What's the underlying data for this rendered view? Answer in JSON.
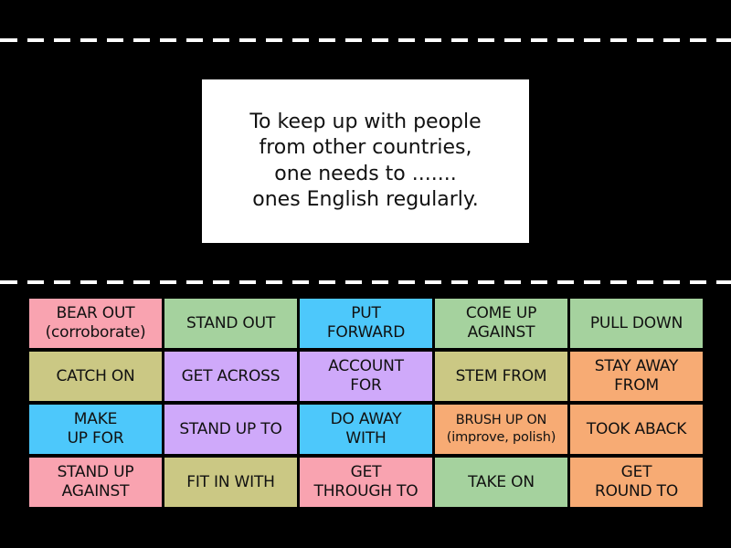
{
  "question": {
    "text": "To keep up with people\nfrom other countries,\none needs to .......\nones English regularly."
  },
  "colors": {
    "background": "#000000",
    "pink": "#f9a3b0",
    "green": "#a5d29e",
    "blue": "#4dc8fb",
    "olive": "#cbc884",
    "purple": "#cfa9fa",
    "orange": "#f7ab74"
  },
  "tiles": [
    {
      "label": "BEAR OUT\n(corroborate)",
      "color": "#f9a3b0"
    },
    {
      "label": "STAND OUT",
      "color": "#a5d29e"
    },
    {
      "label": "PUT\nFORWARD",
      "color": "#4dc8fb"
    },
    {
      "label": "COME UP\nAGAINST",
      "color": "#a5d29e"
    },
    {
      "label": "PULL DOWN",
      "color": "#a5d29e"
    },
    {
      "label": "CATCH ON",
      "color": "#cbc884"
    },
    {
      "label": "GET ACROSS",
      "color": "#cfa9fa"
    },
    {
      "label": "ACCOUNT\nFOR",
      "color": "#cfa9fa"
    },
    {
      "label": "STEM FROM",
      "color": "#cbc884"
    },
    {
      "label": "STAY AWAY\nFROM",
      "color": "#f7ab74"
    },
    {
      "label": "MAKE\nUP FOR",
      "color": "#4dc8fb"
    },
    {
      "label": "STAND UP TO",
      "color": "#cfa9fa"
    },
    {
      "label": "DO AWAY\nWITH",
      "color": "#4dc8fb"
    },
    {
      "label": "BRUSH UP ON\n(improve, polish)",
      "color": "#f7ab74"
    },
    {
      "label": "TOOK ABACK",
      "color": "#f7ab74"
    },
    {
      "label": "STAND UP\nAGAINST",
      "color": "#f9a3b0"
    },
    {
      "label": "FIT IN WITH",
      "color": "#cbc884"
    },
    {
      "label": "GET\nTHROUGH TO",
      "color": "#f9a3b0"
    },
    {
      "label": "TAKE ON",
      "color": "#a5d29e"
    },
    {
      "label": "GET\nROUND TO",
      "color": "#f7ab74"
    }
  ]
}
